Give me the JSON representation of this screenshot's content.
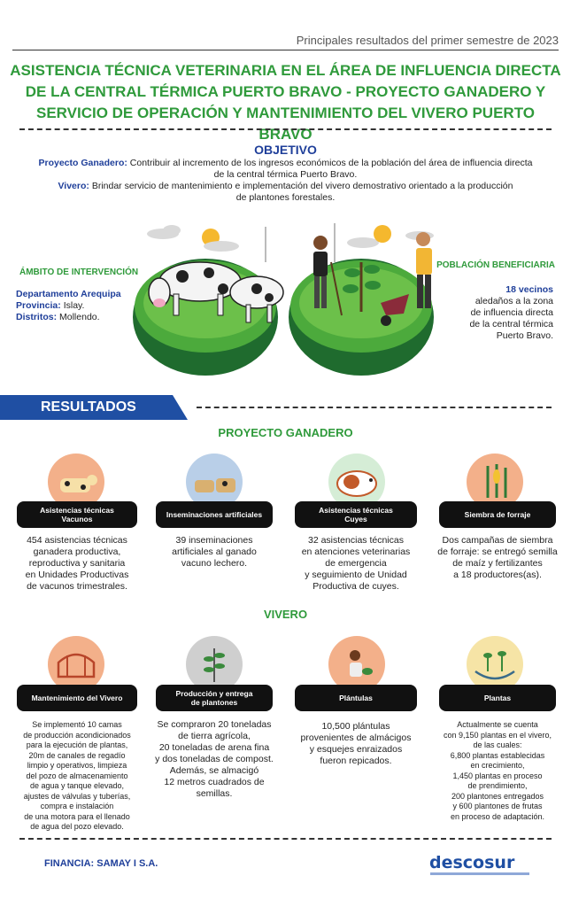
{
  "header": {
    "subtitle": "Principales resultados del primer semestre de 2023"
  },
  "title": {
    "line1": "ASISTENCIA TÉCNICA VETERINARIA EN EL ÁREA DE INFLUENCIA DIRECTA",
    "line2": "DE LA CENTRAL TÉRMICA PUERTO BRAVO - PROYECTO GANADERO Y",
    "line3": "SERVICIO DE OPERACIÓN Y MANTENIMIENTO DEL VIVERO PUERTO BRAVO"
  },
  "objetivo": {
    "heading": "OBJETIVO",
    "ganadero_label": "Proyecto Ganadero:",
    "ganadero_text1": "Contribuir al incremento de los ingresos económicos de la población del área de influencia directa",
    "ganadero_text2": "de la central térmica Puerto Bravo.",
    "vivero_label": "Vivero:",
    "vivero_text1": "Brindar servicio de mantenimiento e implementación del vivero demostrativo orientado a la producción",
    "vivero_text2": "de plantones forestales."
  },
  "ambito": {
    "heading": "ÁMBITO DE INTERVENCIÓN",
    "departamento": "Departamento Arequipa",
    "provincia_label": "Provincia:",
    "provincia": "Islay.",
    "distritos_label": "Distritos:",
    "distritos": "Mollendo."
  },
  "poblacion": {
    "heading": "POBLACIÓN BENEFICIARIA",
    "count": "18 vecinos",
    "line1": "aledaños a la zona",
    "line2": "de influencia directa",
    "line3": "de la central térmica",
    "line4": "Puerto Bravo."
  },
  "resultados": {
    "label": "RESULTADOS"
  },
  "ganadero": {
    "heading": "PROYECTO GANADERO",
    "items": [
      {
        "title1": "Asistencias técnicas",
        "title2": "Vacunos",
        "lines": [
          "454 asistencias técnicas",
          "ganadera productiva,",
          "reproductiva y sanitaria",
          "en Unidades Productivas",
          "de vacunos trimestrales."
        ]
      },
      {
        "title1": "Inseminaciones artificiales",
        "title2": "",
        "lines": [
          "39 inseminaciones",
          "artificiales al ganado",
          "vacuno lechero."
        ]
      },
      {
        "title1": "Asistencias técnicas",
        "title2": "Cuyes",
        "lines": [
          "32 asistencias técnicas",
          "en atenciones veterinarias",
          "de emergencia",
          "y seguimiento de Unidad",
          "Productiva de cuyes."
        ]
      },
      {
        "title1": "Siembra de forraje",
        "title2": "",
        "lines": [
          "Dos campañas de siembra",
          "de forraje: se entregó semilla",
          "de maíz y fertilizantes",
          "a 18  productores(as)."
        ]
      }
    ]
  },
  "vivero": {
    "heading": "VIVERO",
    "items": [
      {
        "title1": "Mantenimiento del Vivero",
        "title2": "",
        "lines": [
          "Se implementó 10 camas",
          "de producción acondicionados",
          "para la ejecución de plantas,",
          "20m de canales de regadío",
          "limpio y operativos,  limpieza",
          "del pozo de almacenamiento",
          "de agua y tanque elevado,",
          "ajustes de válvulas y tuberías,",
          "compra e instalación",
          "de una motora para el llenado",
          "de agua del pozo elevado."
        ]
      },
      {
        "title1": "Producción y entrega",
        "title2": "de plantones",
        "lines": [
          "Se compraron 20 toneladas",
          "de tierra agrícola,",
          "20 toneladas de arena fina",
          "y dos toneladas de compost.",
          "Además, se almacigó",
          "12 metros cuadrados de",
          "semillas."
        ]
      },
      {
        "title1": "Plántulas",
        "title2": "",
        "lines": [
          "10,500 plántulas",
          "provenientes de almácigos",
          "y esquejes enraizados",
          "fueron repicados."
        ]
      },
      {
        "title1": "Plantas",
        "title2": "",
        "lines": [
          "Actualmente se cuenta",
          "con 9,150 plantas en el vivero,",
          "de las cuales:",
          "6,800 plantas establecidas",
          "en crecimiento,",
          "1,450 plantas en proceso",
          "de prendimiento,",
          "200 plantones entregados",
          "y 600 plantones de frutas",
          "en proceso de adaptación."
        ]
      }
    ]
  },
  "footer": {
    "financia": "FINANCIA: SAMAY I S.A.",
    "logo": "descosur"
  },
  "colors": {
    "green": "#2f9a3b",
    "blue": "#1f3f9a",
    "bar": "#1f4fa3"
  }
}
